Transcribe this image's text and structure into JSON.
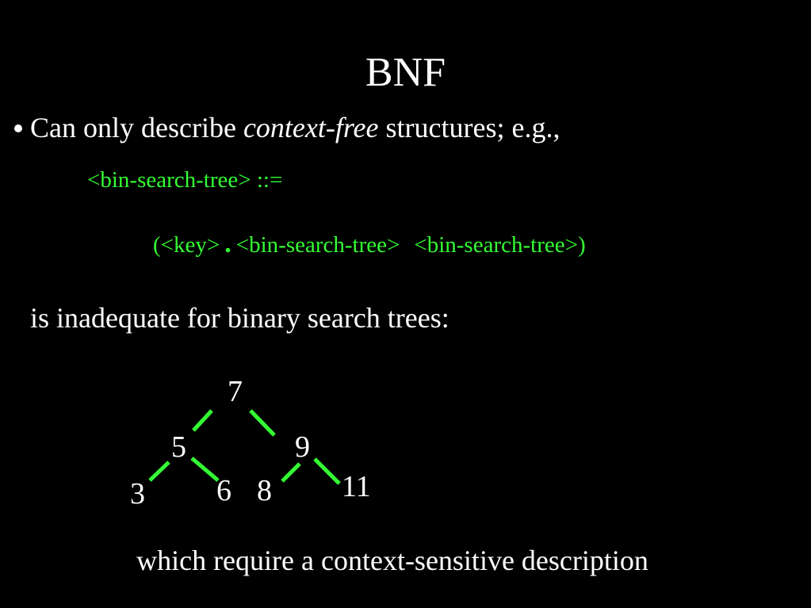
{
  "slide": {
    "title": "BNF",
    "bullet": {
      "before": "Can only describe ",
      "emphasis": "context-free",
      "after": " structures; e.g.,"
    },
    "grammar": {
      "lhs": "<bin-search-tree> ::=",
      "open": "(<key>",
      "dot": ".",
      "first_subtree": "<bin-search-tree>",
      "second_subtree": "<bin-search-tree>)"
    },
    "inadequate_text": "is inadequate for binary search trees:",
    "tree_nodes": {
      "root": "7",
      "left": "5",
      "right": "9",
      "left_left": "3",
      "left_right": "6",
      "right_left": "8",
      "right_right": "11"
    },
    "closing_text": "which require a context-sensitive description"
  },
  "colors": {
    "background": "#000000",
    "text": "#ffffff",
    "grammar": "#33ff33",
    "tree_edges": "#33ff33"
  }
}
